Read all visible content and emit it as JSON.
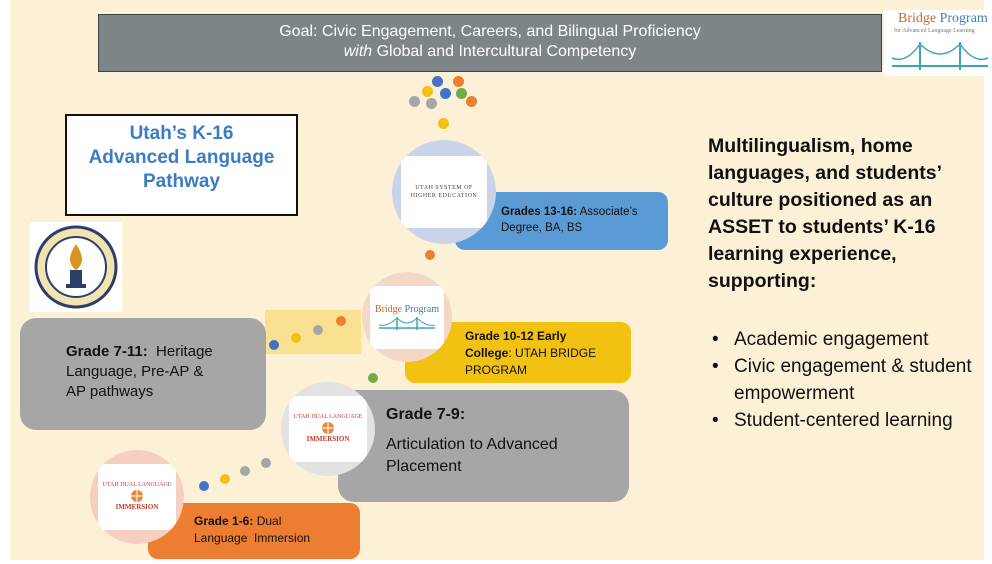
{
  "goal": {
    "line1": "Goal: Civic Engagement, Careers, and Bilingual Proficiency",
    "line2_em": "with",
    "line2_rest": " Global and Intercultural Competency"
  },
  "bridge_logo": {
    "title_a": "Bridge",
    "title_b": " Program",
    "subtitle": "for Advanced Language Learning"
  },
  "title_box": {
    "line1": "Utah’s K-16",
    "line2": "Advanced Language",
    "line3": "Pathway"
  },
  "grade_13_16": {
    "bold": "Grades 13-16:",
    "text1": " Associate’s",
    "text2": "Degree, BA, BS"
  },
  "grade_10_12": {
    "bold1": "Grade 10-12 Early",
    "bold2": "College",
    "text1": ": UTAH BRIDGE",
    "text2": "PROGRAM"
  },
  "grade_7_11": {
    "bold": "Grade 7-11:",
    "text1": "  Heritage",
    "text2": "Language, Pre-AP &",
    "text3": "AP pathways"
  },
  "grade_7_9": {
    "bold": "Grade 7-9:",
    "text1": "Articulation to Advanced",
    "text2": "Placement"
  },
  "grade_1_6": {
    "bold": "Grade 1-6:",
    "text1": " Dual",
    "text2": "Language  Immersion"
  },
  "uss_logo": {
    "line1": "UTAH SYSTEM OF",
    "line2": "HIGHER EDUCATION"
  },
  "dli_logo": {
    "line1": "UTAH DUAL LANGUAGE",
    "line2": "IMMERSION"
  },
  "right": {
    "heading": [
      "Multilingualism, home",
      "languages, and students’",
      "culture positioned as an",
      "ASSET to students’ K-16",
      "learning experience,",
      "supporting:"
    ],
    "bullet_char": "•",
    "items": [
      "Academic engagement",
      "Civic engagement & student empowerment",
      "Student-centered learning"
    ]
  },
  "colors": {
    "background": "#fcf1d6",
    "goal_banner": "#7e8589",
    "title_blue": "#3b7cc4",
    "grade_13_16": "#5b9bd5",
    "grade_10_12": "#f2c212",
    "grade_gray": "#a6a6a6",
    "grade_1_6": "#ed7d31"
  },
  "icons": [
    "utah-state-board-seal-icon",
    "bridge-icon",
    "globe-icon"
  ]
}
